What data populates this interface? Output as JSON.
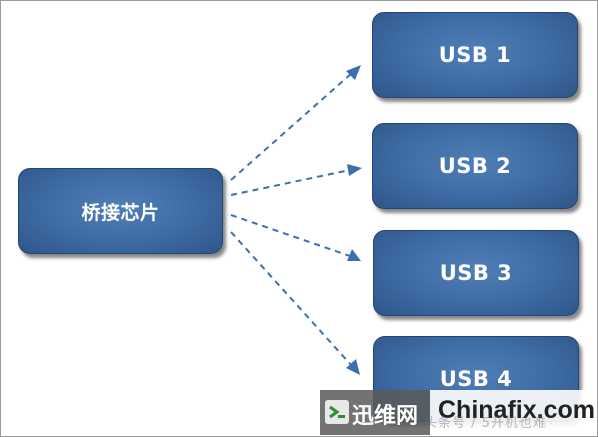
{
  "diagram": {
    "source_node": {
      "label": "桥接芯片"
    },
    "target_nodes": [
      {
        "label": "USB 1"
      },
      {
        "label": "USB 2"
      },
      {
        "label": "USB 3"
      },
      {
        "label": "USB 4"
      }
    ],
    "node_color": "#3d6aa3",
    "arrow_color": "#3d6fae",
    "arrow_style": "dashed"
  },
  "watermark": {
    "site_cn": "迅维网",
    "site_en": "Chinafix.com",
    "faint_text": "头条号 / 5开机也难"
  }
}
